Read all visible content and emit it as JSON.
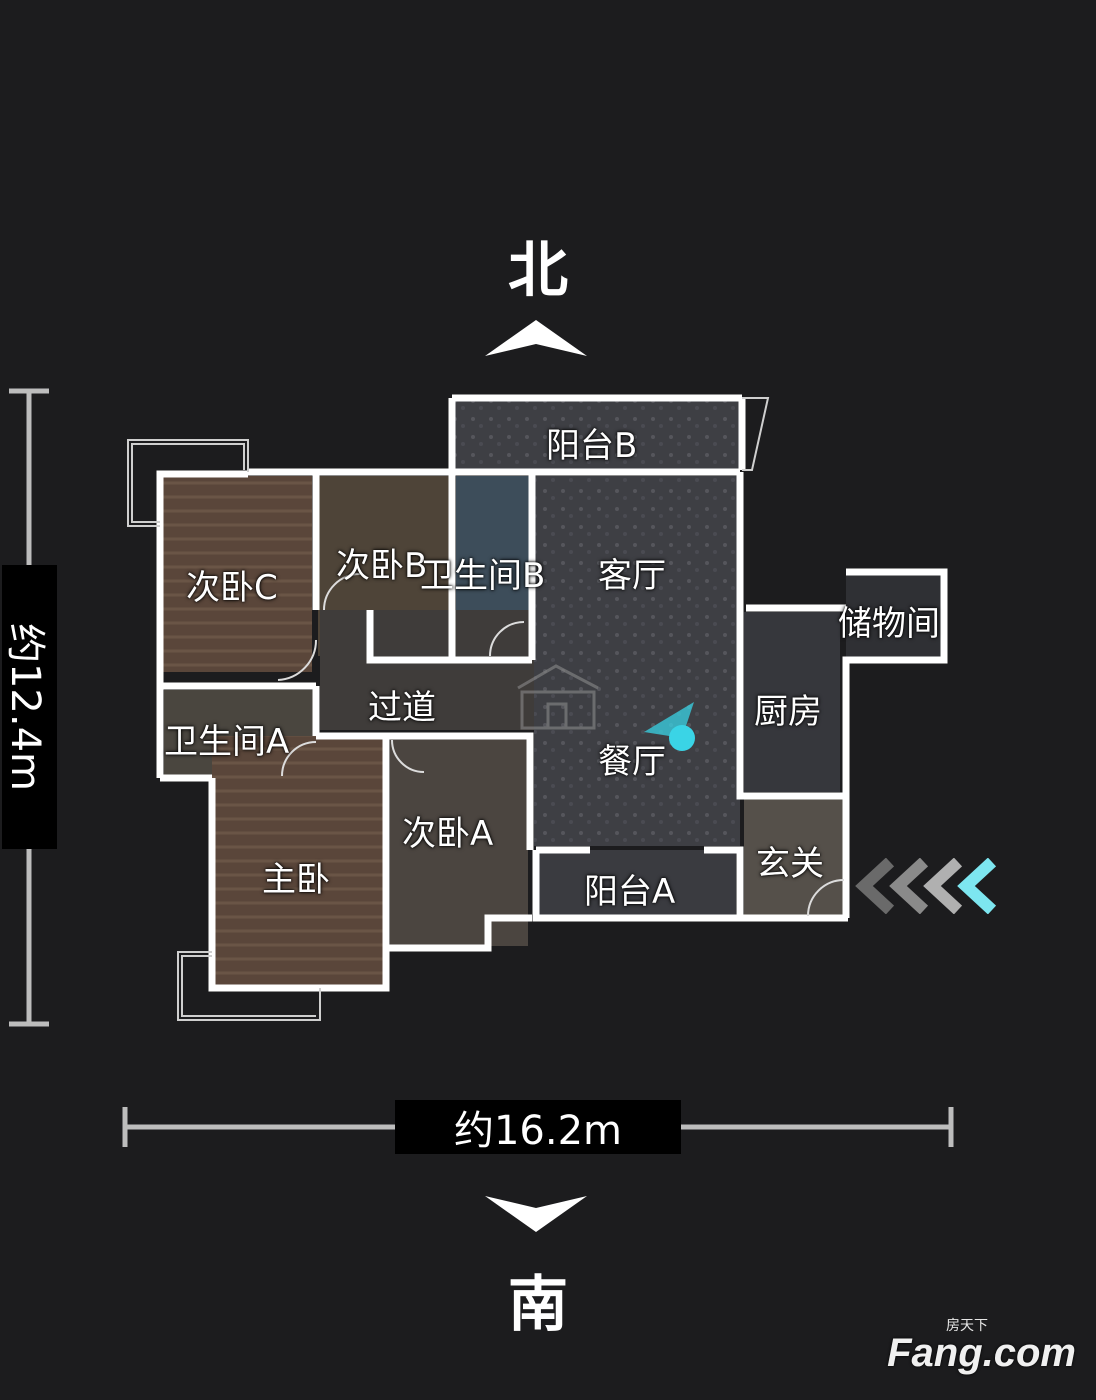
{
  "compass": {
    "north": "北",
    "south": "南"
  },
  "dimensions": {
    "height": "约12.4m",
    "width": "约16.2m"
  },
  "rooms": {
    "balcony_b": "阳台B",
    "bedroom_c": "次卧C",
    "bedroom_b": "次卧B",
    "bathroom_b": "卫生间B",
    "living_room": "客厅",
    "storage": "储物间",
    "corridor": "过道",
    "kitchen": "厨房",
    "bathroom_a": "卫生间A",
    "dining_room": "餐厅",
    "master_bedroom": "主卧",
    "bedroom_a": "次卧A",
    "entrance": "玄关",
    "balcony_a": "阳台A"
  },
  "watermark": {
    "brand": "Fang.com",
    "cn": "房天下"
  },
  "colors": {
    "background": "#1c1c1e",
    "wall": "#ffffff",
    "marker": "#3ad4e6",
    "arrow_accent": "#7de6f0"
  },
  "icons": {
    "north": "chevron-up-icon",
    "south": "chevron-down-icon",
    "entry": "entry-arrows-icon",
    "position": "location-marker-icon"
  }
}
